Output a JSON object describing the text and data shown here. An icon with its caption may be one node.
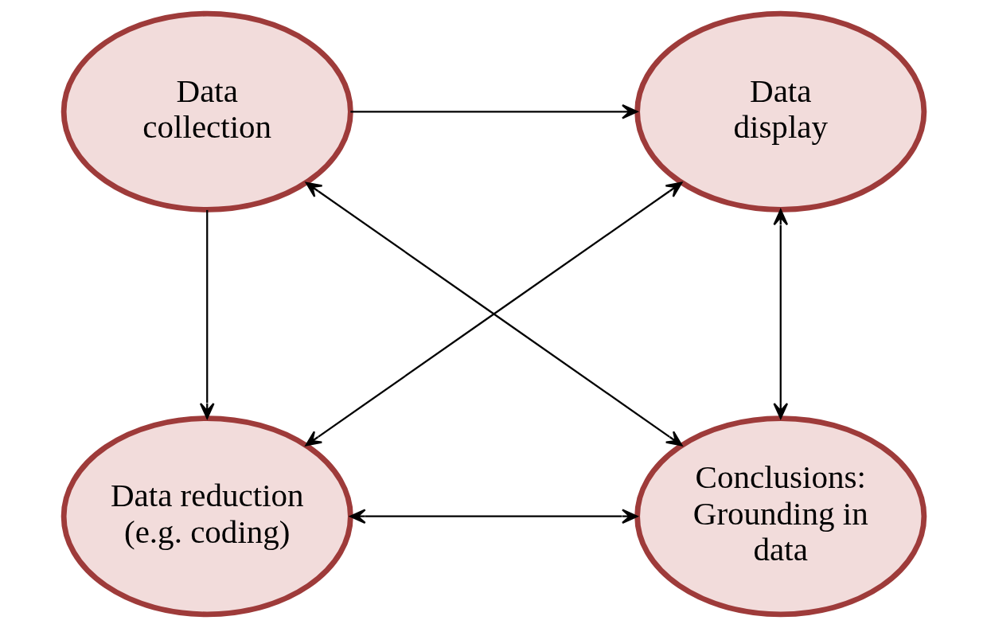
{
  "diagram": {
    "nodes": [
      {
        "text": [
          "Data collection"
        ]
      },
      {
        "text": [
          "Data display"
        ]
      },
      {
        "text": [
          "Data reduction (e.g. coding)"
        ]
      },
      {
        "text": [
          "Conclusions: Grounding in data"
        ]
      }
    ],
    "edges": [
      {
        "from": 0,
        "to": 1,
        "arrow": "to"
      },
      {
        "from": 0,
        "to": 2,
        "arrow": "to"
      },
      {
        "from": 0,
        "to": 3,
        "arrow": "both"
      },
      {
        "from": 2,
        "to": 1,
        "arrow": "both"
      },
      {
        "from": 1,
        "to": 3,
        "arrow": "both"
      },
      {
        "from": 2,
        "to": 3,
        "arrow": "both"
      }
    ]
  }
}
